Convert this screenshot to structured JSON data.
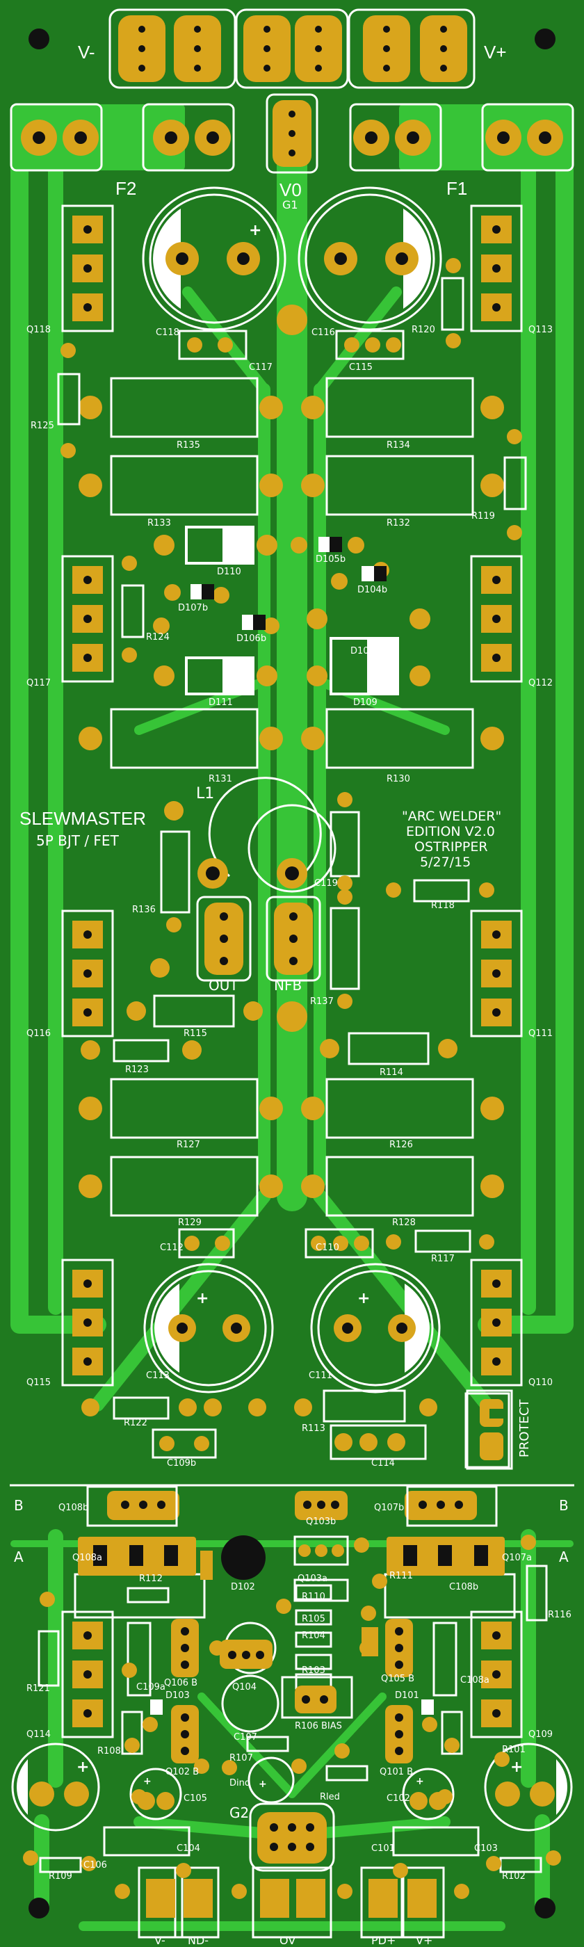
{
  "board": {
    "title": "SLEWMASTER",
    "subtitle": "5P BJT / FET",
    "edition_line1": "\"ARC WELDER\"",
    "edition_line2": "EDITION V2.0",
    "author": "OSTRIPPER",
    "date": "5/27/15"
  },
  "colors": {
    "background": "#1f7a1f",
    "copper": "#37c437",
    "pad": "#d9a51c",
    "silkscreen": "#ffffff",
    "hole": "#111111"
  },
  "rails": {
    "vminus": "V-",
    "vplus": "V+",
    "vzero": "V0",
    "f1": "F1",
    "f2": "F2",
    "g1": "G1"
  },
  "outputs": {
    "out": "OUT",
    "nfb": "NFB",
    "l1": "L1"
  },
  "sections": {
    "b_left": "B",
    "b_right": "B",
    "a_left": "A",
    "a_right": "A",
    "protect": "PROTECT",
    "g2": "G2",
    "bias": "R106 BIAS",
    "dind": "Dind",
    "rled": "Rled"
  },
  "bottom_connectors": [
    "V-",
    "ND-",
    "OV",
    "PD+",
    "V+"
  ],
  "labels": [
    {
      "text": "Q118"
    },
    {
      "text": "Q113"
    },
    {
      "text": "C118"
    },
    {
      "text": "C116"
    },
    {
      "text": "C117"
    },
    {
      "text": "C115"
    },
    {
      "text": "R120"
    },
    {
      "text": "R125"
    },
    {
      "text": "R135"
    },
    {
      "text": "R134"
    },
    {
      "text": "R133"
    },
    {
      "text": "R132"
    },
    {
      "text": "R119"
    },
    {
      "text": "D110"
    },
    {
      "text": "D105b"
    },
    {
      "text": "D107b"
    },
    {
      "text": "D104b"
    },
    {
      "text": "D106b"
    },
    {
      "text": "Q117"
    },
    {
      "text": "Q112"
    },
    {
      "text": "R124"
    },
    {
      "text": "D108"
    },
    {
      "text": "D111"
    },
    {
      "text": "D109"
    },
    {
      "text": "R131"
    },
    {
      "text": "R130"
    },
    {
      "text": "C119"
    },
    {
      "text": "R136"
    },
    {
      "text": "R118"
    },
    {
      "text": "R137"
    },
    {
      "text": "Q116"
    },
    {
      "text": "Q111"
    },
    {
      "text": "R115"
    },
    {
      "text": "R123"
    },
    {
      "text": "R114"
    },
    {
      "text": "R127"
    },
    {
      "text": "R126"
    },
    {
      "text": "R129"
    },
    {
      "text": "R128"
    },
    {
      "text": "C112"
    },
    {
      "text": "C110"
    },
    {
      "text": "R117"
    },
    {
      "text": "C113"
    },
    {
      "text": "C111"
    },
    {
      "text": "Q115"
    },
    {
      "text": "Q110"
    },
    {
      "text": "R122"
    },
    {
      "text": "R113"
    },
    {
      "text": "C109b"
    },
    {
      "text": "C114"
    },
    {
      "text": "Q108b"
    },
    {
      "text": "Q103b"
    },
    {
      "text": "Q107b"
    },
    {
      "text": "Q103a"
    },
    {
      "text": "Q108a"
    },
    {
      "text": "Q107a"
    },
    {
      "text": "D102"
    },
    {
      "text": "R110"
    },
    {
      "text": "R111"
    },
    {
      "text": "R112"
    },
    {
      "text": "C108b"
    },
    {
      "text": "R116"
    },
    {
      "text": "C109a"
    },
    {
      "text": "R105"
    },
    {
      "text": "C108a"
    },
    {
      "text": "R121"
    },
    {
      "text": "Q106 B"
    },
    {
      "text": "Q104"
    },
    {
      "text": "R104"
    },
    {
      "text": "Q105 B"
    },
    {
      "text": "D103"
    },
    {
      "text": "R103"
    },
    {
      "text": "D101"
    },
    {
      "text": "Q114"
    },
    {
      "text": "Q109"
    },
    {
      "text": "R108"
    },
    {
      "text": "C107"
    },
    {
      "text": "R101"
    },
    {
      "text": "Q102 B"
    },
    {
      "text": "R107"
    },
    {
      "text": "Q101 B"
    },
    {
      "text": "C105"
    },
    {
      "text": "C102"
    },
    {
      "text": "C106"
    },
    {
      "text": "C104"
    },
    {
      "text": "C101"
    },
    {
      "text": "C103"
    },
    {
      "text": "R109"
    },
    {
      "text": "R102"
    }
  ]
}
